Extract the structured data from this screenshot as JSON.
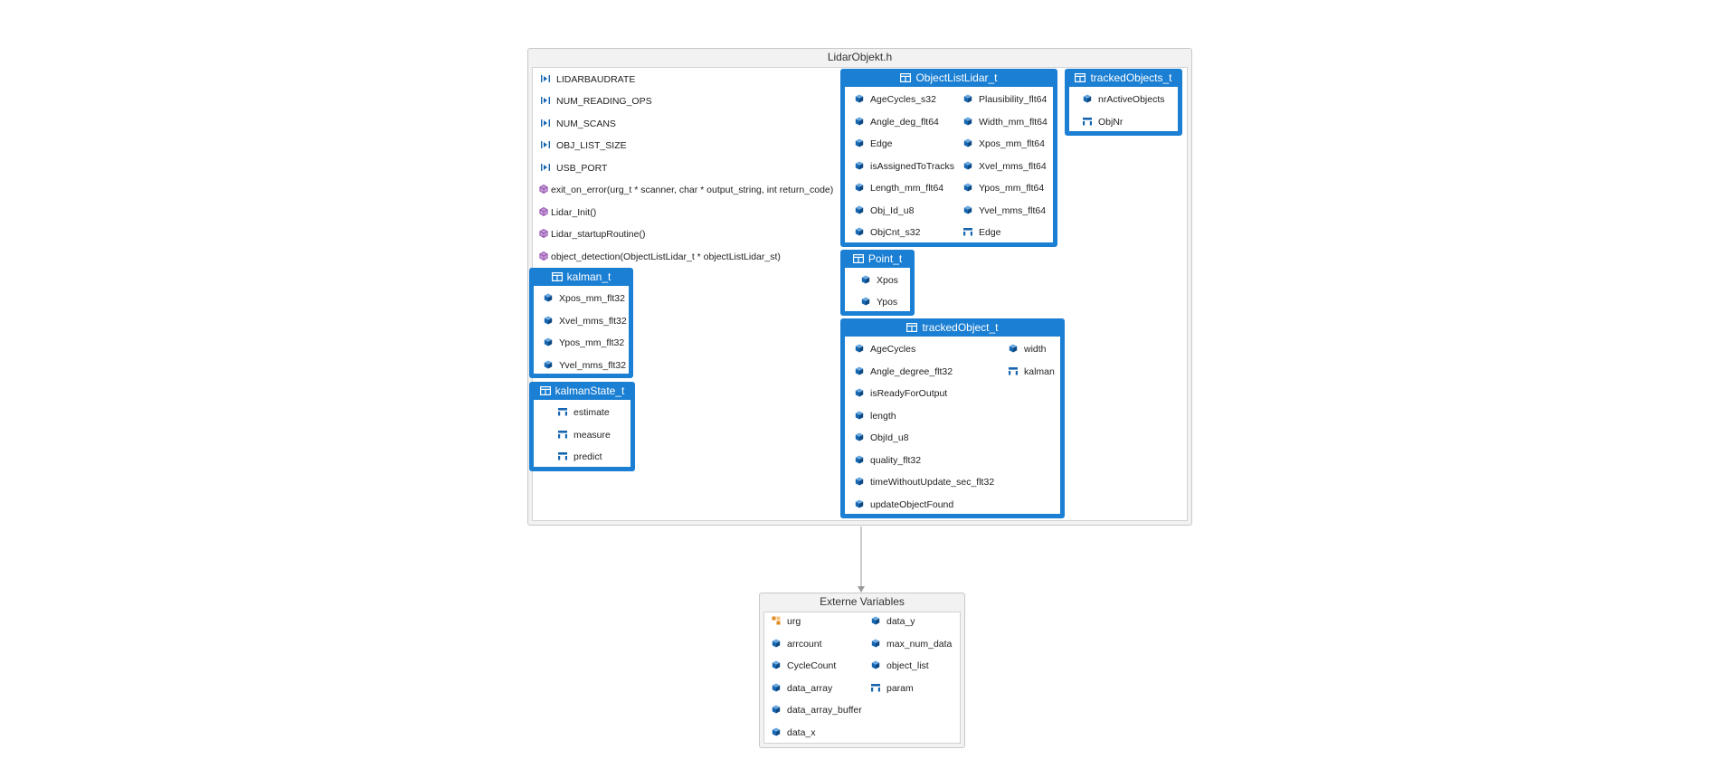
{
  "header_file": {
    "title": "LidarObjekt.h",
    "defines": [
      "LIDARBAUDRATE",
      "NUM_READING_OPS",
      "NUM_SCANS",
      "OBJ_LIST_SIZE",
      "USB_PORT"
    ],
    "functions": [
      "exit_on_error(urg_t * scanner, char * output_string, int return_code)",
      "Lidar_Init()",
      "Lidar_startupRoutine()",
      "object_detection(ObjectListLidar_t * objectListLidar_st)"
    ]
  },
  "types": {
    "object_list_lidar": {
      "name": "ObjectListLidar_t",
      "fields_left": [
        "AgeCycles_s32",
        "Angle_deg_flt64",
        "Edge",
        "isAssignedToTracks",
        "Length_mm_flt64",
        "Obj_Id_u8",
        "ObjCnt_s32"
      ],
      "fields_right": [
        "Plausibility_flt64",
        "Width_mm_flt64",
        "Xpos_mm_flt64",
        "Xvel_mms_flt64",
        "Ypos_mm_flt64",
        "Yvel_mms_flt64",
        "Edge"
      ]
    },
    "tracked_objects": {
      "name": "trackedObjects_t",
      "fields": [
        "nrActiveObjects",
        "ObjNr"
      ]
    },
    "point": {
      "name": "Point_t",
      "fields": [
        "Xpos",
        "Ypos"
      ]
    },
    "tracked_object": {
      "name": "trackedObject_t",
      "fields_left": [
        "AgeCycles",
        "Angle_degree_flt32",
        "isReadyForOutput",
        "length",
        "ObjId_u8",
        "quality_flt32",
        "timeWithoutUpdate_sec_flt32",
        "updateObjectFound"
      ],
      "fields_right": [
        "width",
        "kalman"
      ]
    },
    "kalman": {
      "name": "kalman_t",
      "fields": [
        "Xpos_mm_flt32",
        "Xvel_mms_flt32",
        "Ypos_mm_flt32",
        "Yvel_mms_flt32"
      ]
    },
    "kalman_state": {
      "name": "kalmanState_t",
      "fields": [
        "estimate",
        "measure",
        "predict"
      ]
    }
  },
  "externals": {
    "title": "Externe Variables",
    "left": [
      "urg",
      "arrcount",
      "CycleCount",
      "data_array",
      "data_array_buffer",
      "data_x"
    ],
    "right": [
      "data_y",
      "max_num_data",
      "object_list",
      "param"
    ]
  },
  "colors": {
    "type_header": "#1b7fd3",
    "field_icon": "#1565b0",
    "function_icon": "#9b59b6",
    "define_icon": "#1565b0",
    "external_struct_icon": "#e08a1e"
  },
  "icons": {
    "define": "define-icon",
    "function": "function-icon",
    "field": "field-icon",
    "struct_field": "struct-field-icon",
    "type": "type-icon",
    "variable": "variable-icon",
    "external_struct": "struct-variable-icon"
  }
}
